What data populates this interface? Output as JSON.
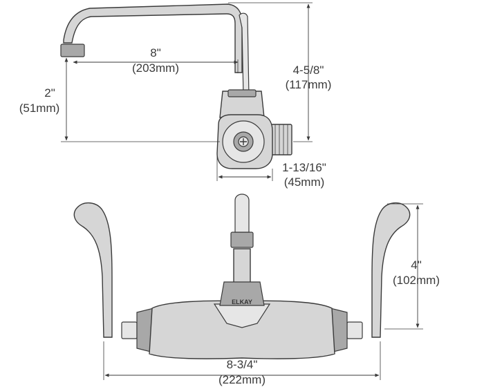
{
  "side_view": {
    "spout_length": {
      "imperial": "8\"",
      "metric": "(203mm)"
    },
    "spout_height": {
      "imperial": "2\"",
      "metric": "(51mm)"
    },
    "overall_height": {
      "imperial": "4-5/8\"",
      "metric": "(117mm)"
    },
    "body_depth": {
      "imperial": "1-13/16\"",
      "metric": "(45mm)"
    }
  },
  "front_view": {
    "handle_height": {
      "imperial": "4\"",
      "metric": "(102mm)"
    },
    "overall_width": {
      "imperial": "8-3/4\"",
      "metric": "(222mm)"
    },
    "brand_logo": "ELKAY"
  },
  "colors": {
    "line": "#3a3a3a",
    "fill": "#d6d6d6",
    "fill_dark": "#a8a8a8"
  }
}
